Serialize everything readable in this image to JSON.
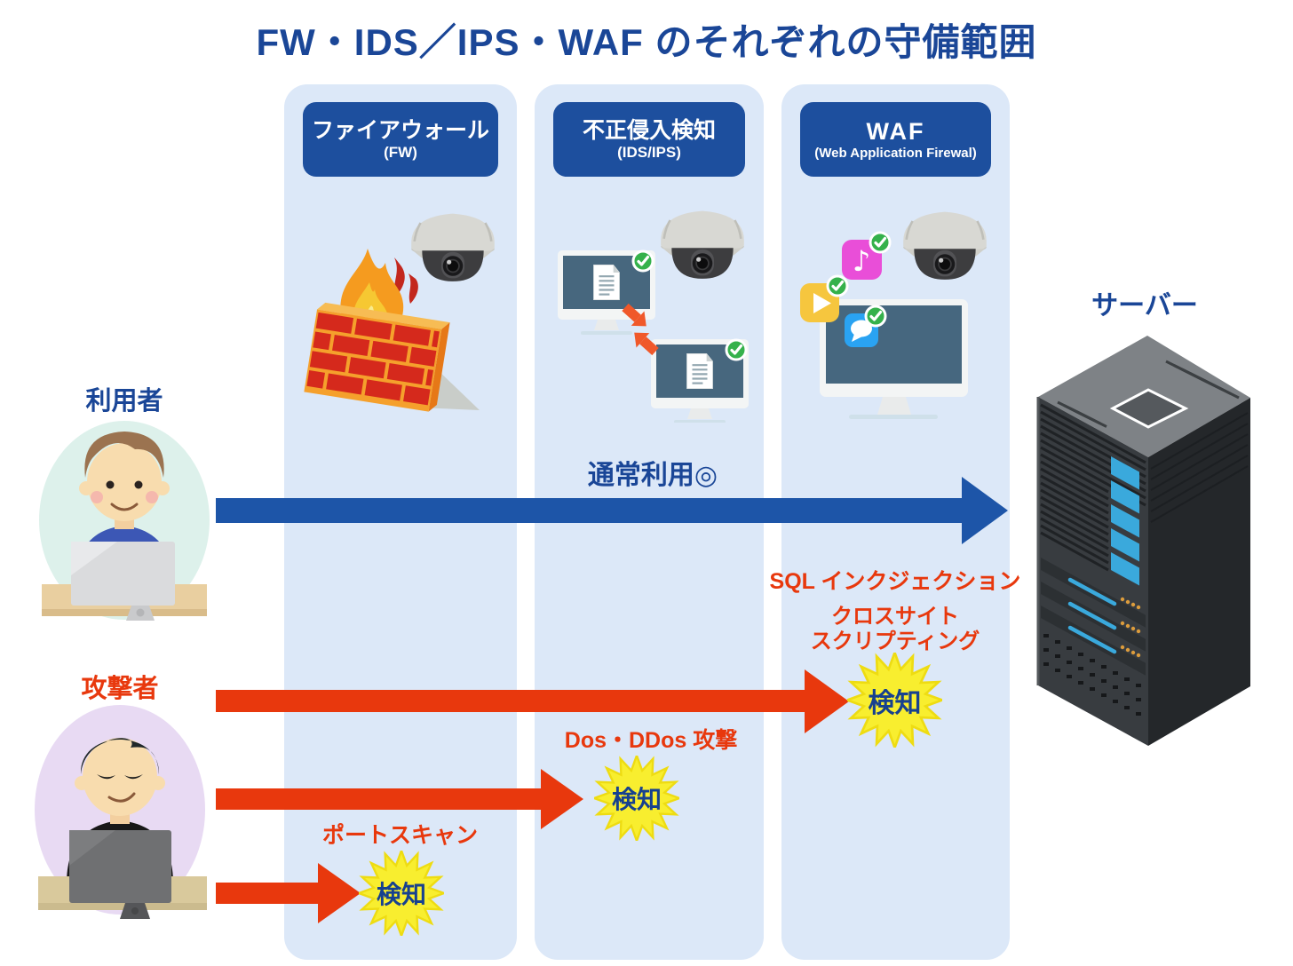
{
  "title": "FW・IDS／IPS・WAF のそれぞれの守備範囲",
  "columns": [
    {
      "title": "ファイアウォール",
      "subtitle": "(FW)"
    },
    {
      "title": "不正侵入検知",
      "subtitle": "(IDS/IPS)"
    },
    {
      "title": "WAF",
      "subtitle": "(Web Application Firewal)"
    }
  ],
  "actors": {
    "user_label": "利用者",
    "attacker_label": "攻撃者"
  },
  "server_label": "サーバー",
  "flows": {
    "normal_label": "通常利用◎",
    "waf_attack_line1": "SQL インクジェクション",
    "waf_attack_line2": "クロスサイト",
    "waf_attack_line3": "スクリプティング",
    "waf_attack_burst": "検知",
    "ids_attack_label": "Dos・DDos 攻撃",
    "ids_attack_burst": "検知",
    "fw_attack_label": "ポートスキャン",
    "fw_attack_burst": "検知"
  },
  "icons": {
    "security_camera": "dome-surveillance-camera",
    "firewall": "brick-wall-with-flame",
    "document_check": "document-with-checkmark",
    "app_music": "music-note-app",
    "app_play": "play-app",
    "app_chat": "speech-bubble-app",
    "check_badge": "green-checkmark",
    "detect_burst": "yellow-starburst"
  },
  "colors": {
    "title_blue": "#1a4697",
    "badge_blue": "#1d4f9e",
    "column_bg": "#dce8f8",
    "arrow_blue": "#1d55a8",
    "attack_red": "#e8380d",
    "burst_yellow": "#f8ee2f",
    "detect_text_blue": "#17418f",
    "background": "#ffffff"
  }
}
